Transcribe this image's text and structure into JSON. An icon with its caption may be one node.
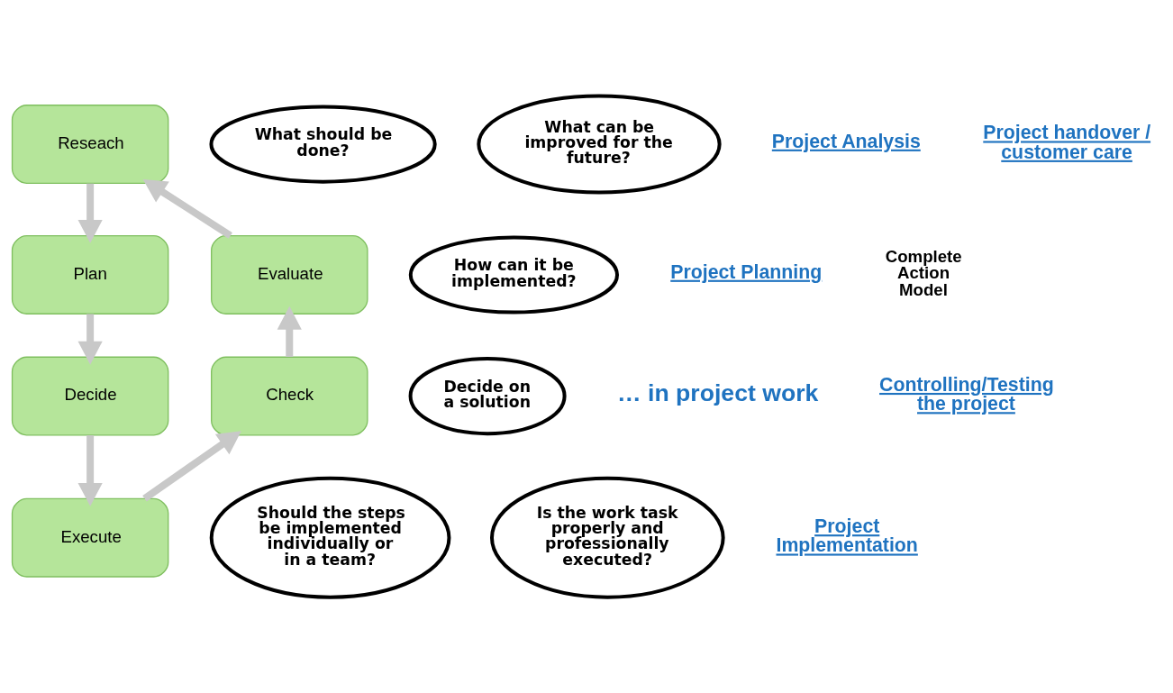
{
  "diagram": {
    "nodes": [
      {
        "text": [
          "Reseach"
        ]
      },
      {
        "text": [
          "Plan"
        ]
      },
      {
        "text": [
          "Decide"
        ]
      },
      {
        "text": [
          "Execute"
        ]
      },
      {
        "text": [
          "Check"
        ]
      },
      {
        "text": [
          "Evaluate"
        ]
      },
      {
        "text": [
          "What should be done?"
        ]
      },
      {
        "text": [
          "How can it be implemented?"
        ]
      },
      {
        "text": [
          "Decide on a solution"
        ]
      },
      {
        "text": [
          "Should the steps be implemented individually or in a team?"
        ]
      },
      {
        "text": [
          "Is the work task properly and professionally executed?"
        ]
      },
      {
        "text": [
          "What can be improved for the future?"
        ]
      }
    ],
    "edges": [
      {
        "from": 0,
        "to": 1,
        "arrow": "to"
      },
      {
        "from": 1,
        "to": 2,
        "arrow": "to"
      },
      {
        "from": 2,
        "to": 3,
        "arrow": "to"
      },
      {
        "from": 3,
        "to": 4,
        "arrow": "to"
      },
      {
        "from": 4,
        "to": 5,
        "arrow": "to"
      },
      {
        "from": 5,
        "to": 0,
        "arrow": "to"
      }
    ],
    "labels": [
      "Project Analysis",
      "Project handover / customer care",
      "Project Planning",
      "Complete Action Model",
      "… in project work",
      "Controlling/Testing the project",
      "Project Implementation"
    ]
  }
}
